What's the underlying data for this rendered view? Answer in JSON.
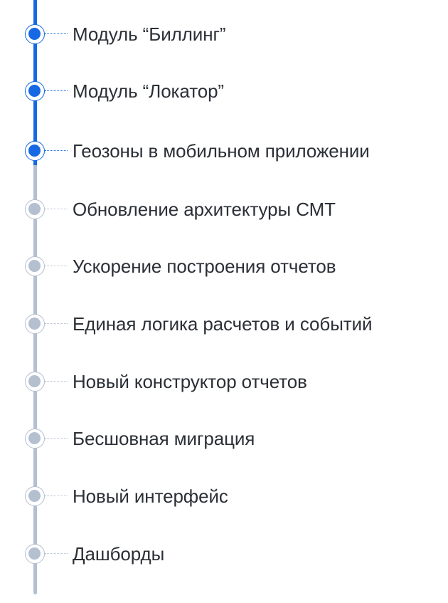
{
  "colors": {
    "done": "#1668e3",
    "pending": "#b4bfd0",
    "text": "#2b2f36"
  },
  "milestones": [
    {
      "label": "Модуль “Биллинг”",
      "status": "done"
    },
    {
      "label": "Модуль “Локатор”",
      "status": "done"
    },
    {
      "label": "Геозоны в мобильном приложении",
      "status": "done"
    },
    {
      "label": "Обновление архитектуры СМТ",
      "status": "pending"
    },
    {
      "label": "Ускорение построения отчетов",
      "status": "pending"
    },
    {
      "label": "Единая логика расчетов и событий",
      "status": "pending"
    },
    {
      "label": "Новый конструктор отчетов",
      "status": "pending"
    },
    {
      "label": "Бесшовная миграция",
      "status": "pending"
    },
    {
      "label": "Новый интерфейс",
      "status": "pending"
    },
    {
      "label": "Дашборды",
      "status": "pending"
    }
  ]
}
